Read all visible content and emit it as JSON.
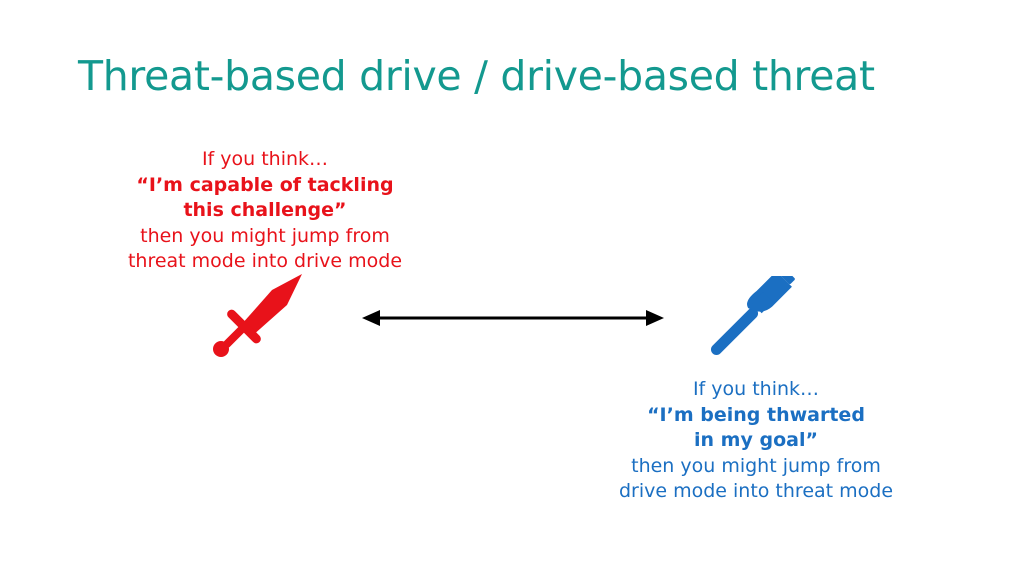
{
  "title": "Threat-based drive / drive-based threat",
  "left_caption": {
    "intro": "If you think…",
    "quote_line1": "“I’m capable of tackling",
    "quote_line2": "this challenge”",
    "outcome_line1": "then you might jump from",
    "outcome_line2": "threat mode into drive mode"
  },
  "right_caption": {
    "intro": "If you think…",
    "quote_line1": "“I’m being thwarted",
    "quote_line2": "in my goal”",
    "outcome_line1": "then you might jump from",
    "outcome_line2": "drive mode into threat mode"
  },
  "icons": {
    "left": "sword-icon",
    "right": "hammer-icon",
    "connector": "double-headed-arrow"
  },
  "colors": {
    "title": "#13998f",
    "threat": "#e8121a",
    "drive": "#1b6fc2",
    "arrow": "#000000"
  }
}
